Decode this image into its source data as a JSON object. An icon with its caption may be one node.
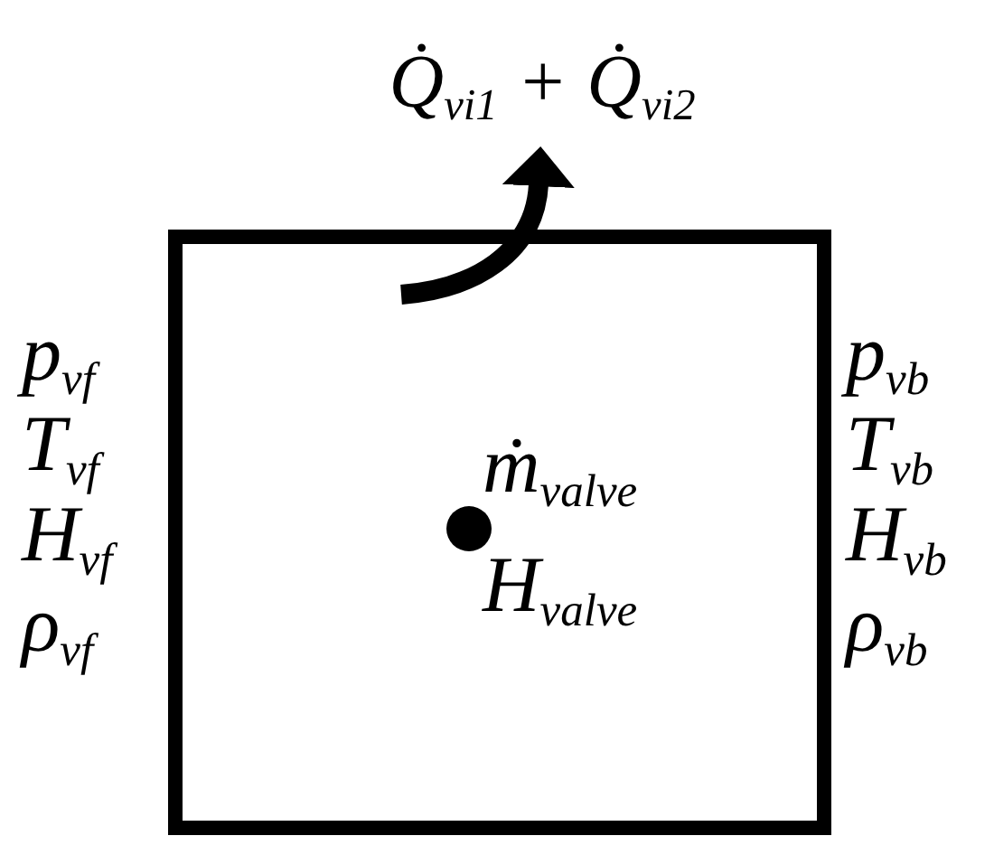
{
  "diagram": {
    "nodes": [
      {
        "text": [
          "ṁ$_{valve}$",
          "H$_{valve}$"
        ],
        "beside": [
          "p$_{vf}$",
          "T$_{vf}$",
          "H$_{vf}$",
          "ρ$_{vf}$",
          "p$_{vb}$",
          "T$_{vb}$",
          "H$_{vb}$",
          "ρ$_{vb}$"
        ]
      },
      {
        "text": [
          "Q̇$_{vi1}$ + Q̇$_{vi2}$"
        ]
      }
    ],
    "edges": [
      {
        "from": 0,
        "to": 1,
        "arrow": "to"
      }
    ]
  }
}
